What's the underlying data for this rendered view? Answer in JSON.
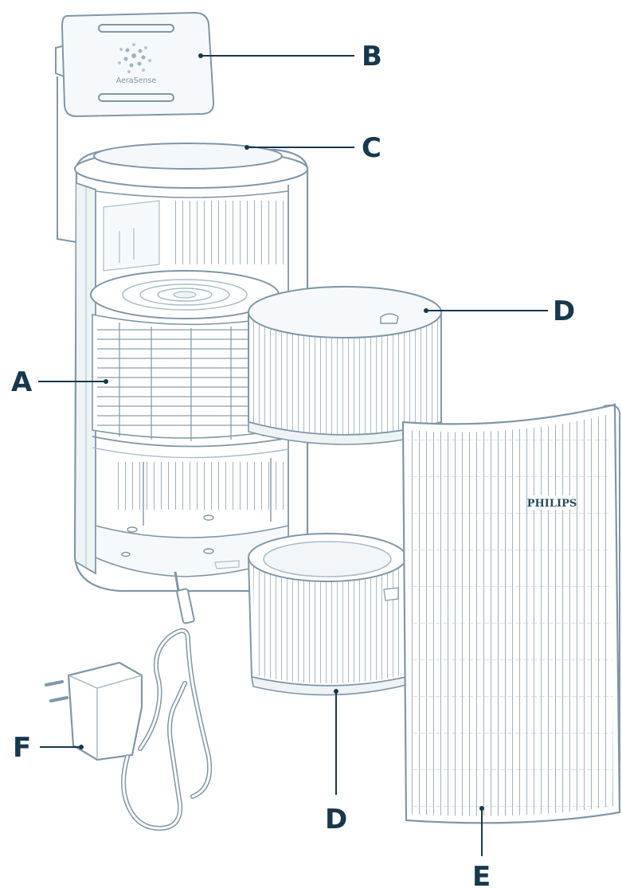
{
  "colors": {
    "ink": "#17384d",
    "line": "#7f97a8",
    "light": "#a9bccb",
    "fill": "#f6f9fb",
    "paper": "#ffffff"
  },
  "callouts": {
    "A": "A",
    "B": "B",
    "C": "C",
    "D_upper": "D",
    "D_lower": "D",
    "E": "E",
    "F": "F"
  },
  "device_text": {
    "sensor_brand": "AeraSense",
    "grille_brand": "PHILIPS"
  },
  "icons": {
    "sensor_logo": "swirl-dots-icon"
  }
}
